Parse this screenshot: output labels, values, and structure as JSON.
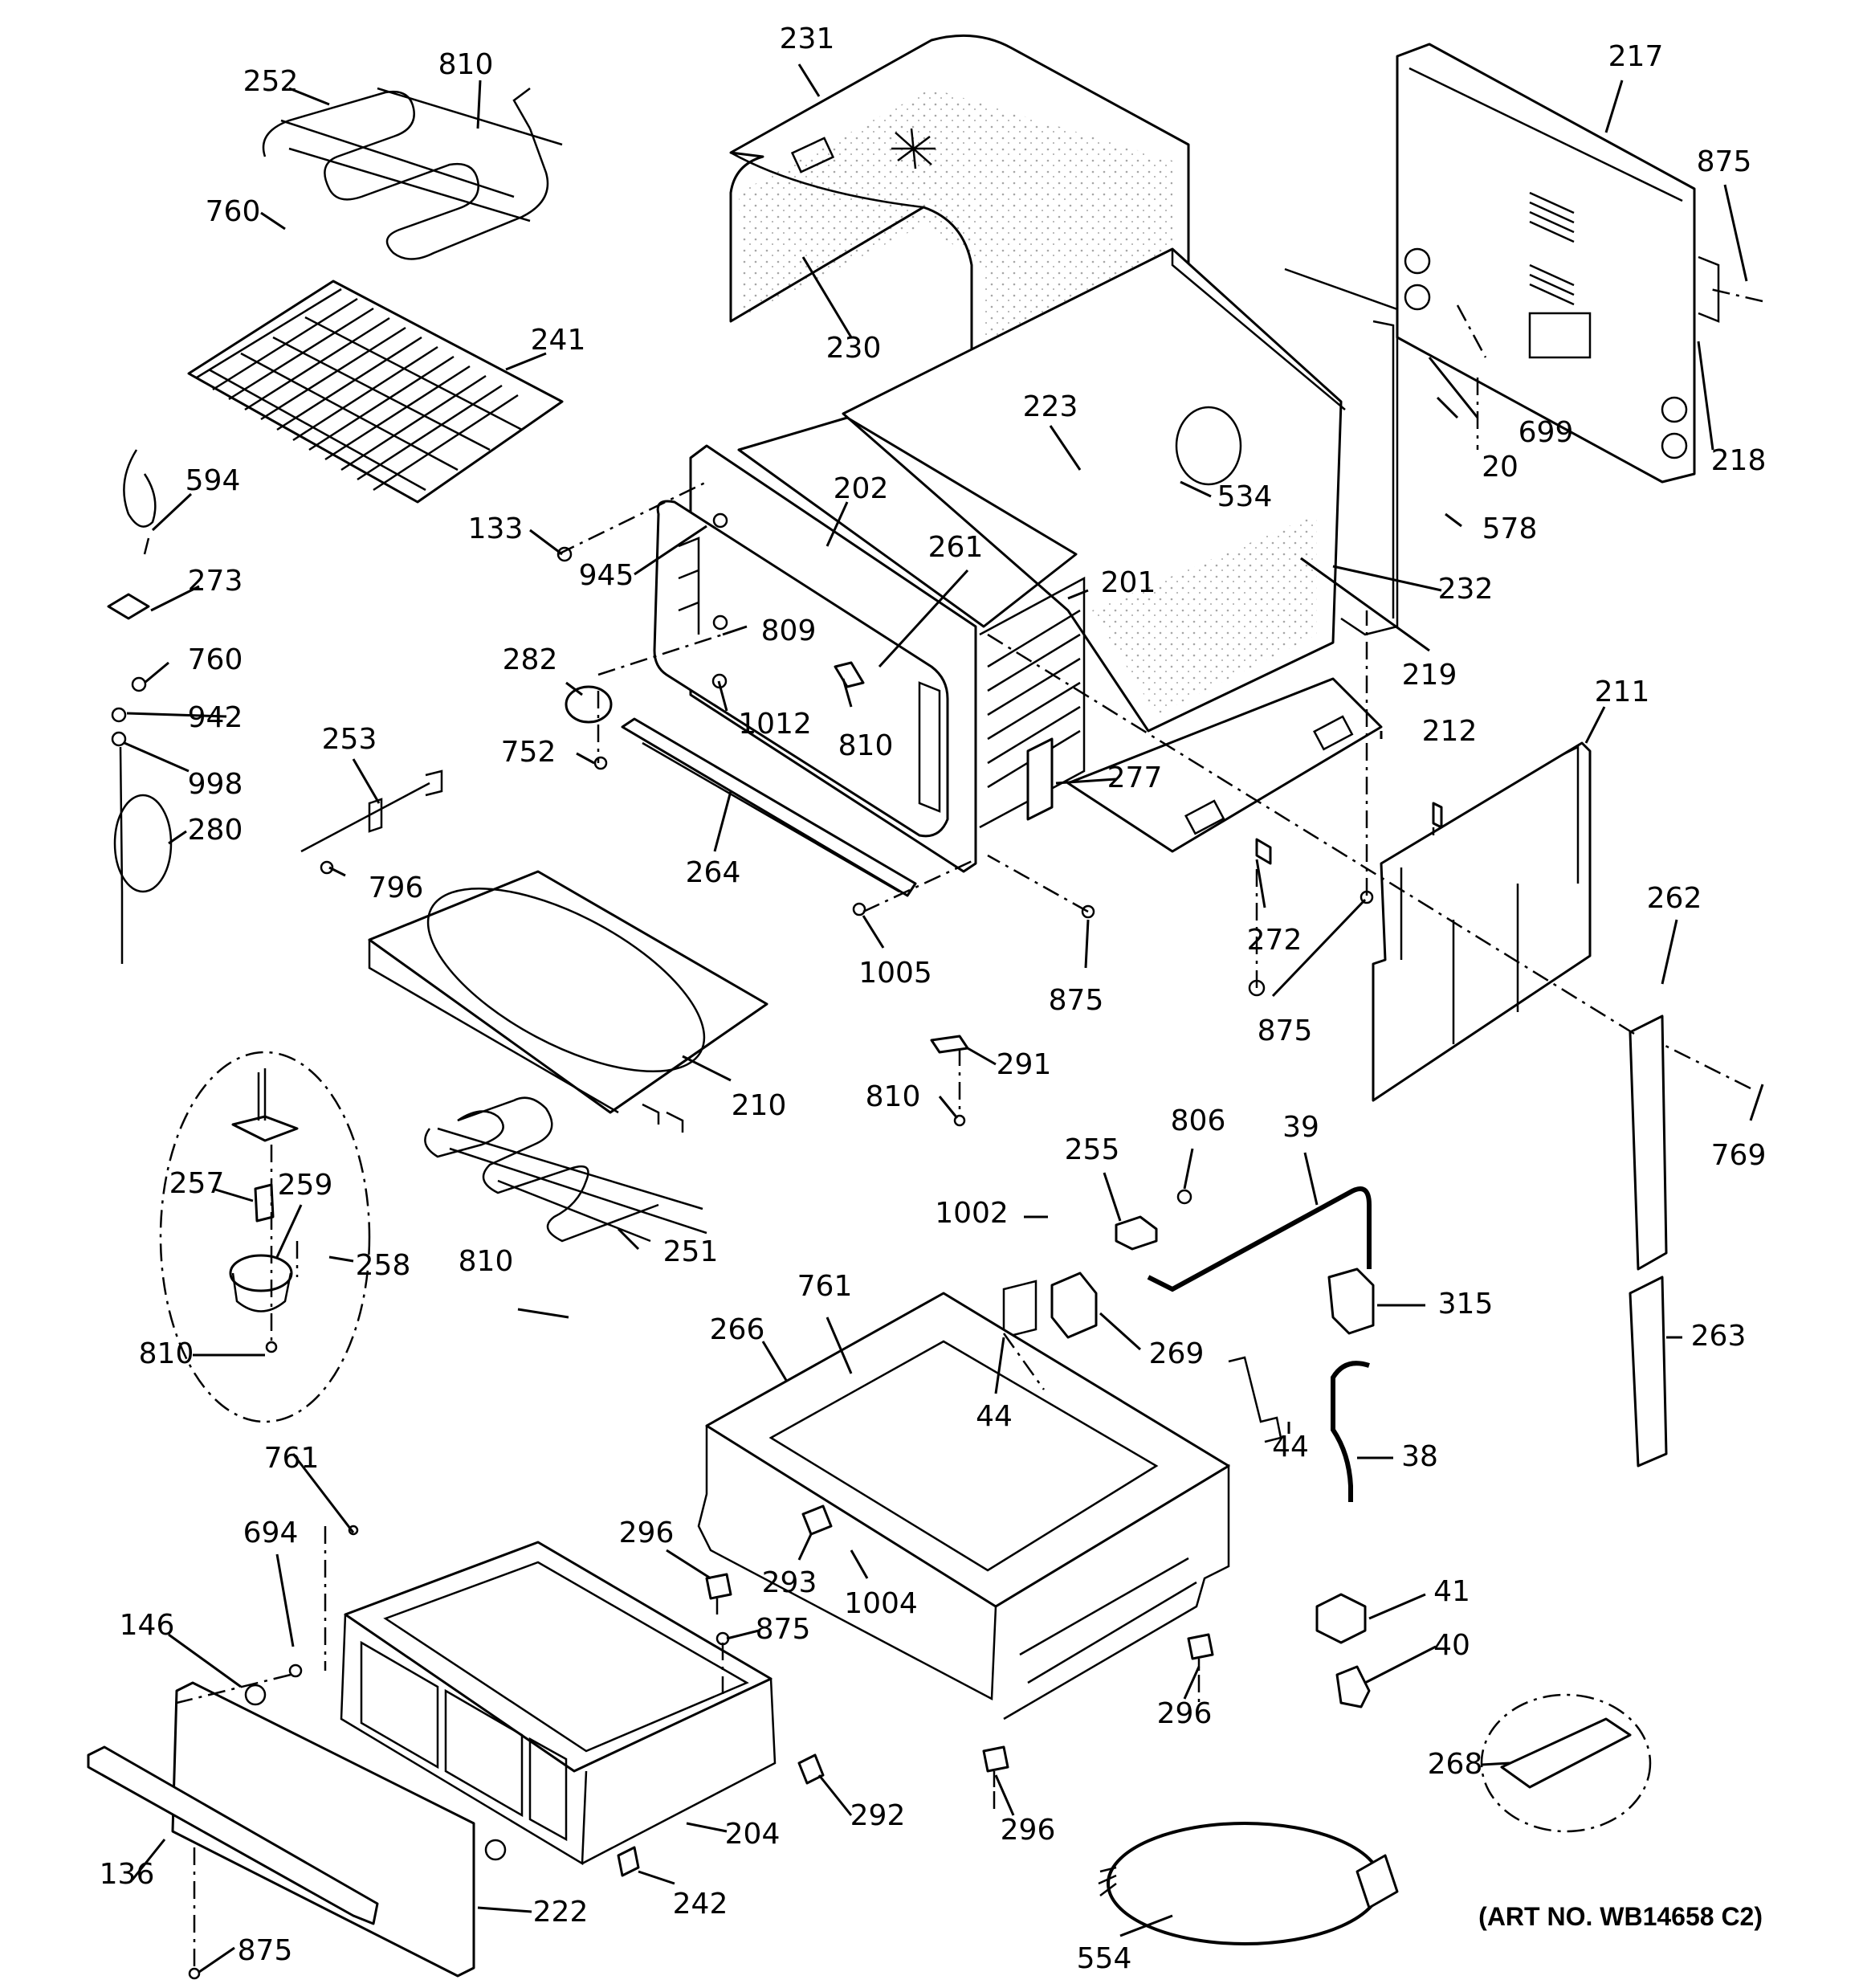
{
  "art_number": "(ART NO. WB14658 C2)",
  "labels": [
    {
      "id": "l231",
      "text": "231"
    },
    {
      "id": "l217",
      "text": "217"
    },
    {
      "id": "l252",
      "text": "252"
    },
    {
      "id": "l810a",
      "text": "810"
    },
    {
      "id": "l760a",
      "text": "760"
    },
    {
      "id": "l241",
      "text": "241"
    },
    {
      "id": "l230",
      "text": "230"
    },
    {
      "id": "l875a",
      "text": "875"
    },
    {
      "id": "l699",
      "text": "699"
    },
    {
      "id": "l20",
      "text": "20"
    },
    {
      "id": "l218",
      "text": "218"
    },
    {
      "id": "l223",
      "text": "223"
    },
    {
      "id": "l534",
      "text": "534"
    },
    {
      "id": "l578",
      "text": "578"
    },
    {
      "id": "l594",
      "text": "594"
    },
    {
      "id": "l202",
      "text": "202"
    },
    {
      "id": "l133",
      "text": "133"
    },
    {
      "id": "l945",
      "text": "945"
    },
    {
      "id": "l261",
      "text": "261"
    },
    {
      "id": "l201",
      "text": "201"
    },
    {
      "id": "l232",
      "text": "232"
    },
    {
      "id": "l273",
      "text": "273"
    },
    {
      "id": "l809",
      "text": "809"
    },
    {
      "id": "l219",
      "text": "219"
    },
    {
      "id": "l760b",
      "text": "760"
    },
    {
      "id": "l282",
      "text": "282"
    },
    {
      "id": "l942",
      "text": "942"
    },
    {
      "id": "l1012",
      "text": "1012"
    },
    {
      "id": "l810b",
      "text": "810"
    },
    {
      "id": "l212",
      "text": "212"
    },
    {
      "id": "l211",
      "text": "211"
    },
    {
      "id": "l998",
      "text": "998"
    },
    {
      "id": "l752",
      "text": "752"
    },
    {
      "id": "l253",
      "text": "253"
    },
    {
      "id": "l277",
      "text": "277"
    },
    {
      "id": "l280",
      "text": "280"
    },
    {
      "id": "l264",
      "text": "264"
    },
    {
      "id": "l796",
      "text": "796"
    },
    {
      "id": "l262",
      "text": "262"
    },
    {
      "id": "l272",
      "text": "272"
    },
    {
      "id": "l1005",
      "text": "1005"
    },
    {
      "id": "l875b",
      "text": "875"
    },
    {
      "id": "l875c",
      "text": "875"
    },
    {
      "id": "l291",
      "text": "291"
    },
    {
      "id": "l810c",
      "text": "810"
    },
    {
      "id": "l210",
      "text": "210"
    },
    {
      "id": "l806",
      "text": "806"
    },
    {
      "id": "l39",
      "text": "39"
    },
    {
      "id": "l255",
      "text": "255"
    },
    {
      "id": "l769",
      "text": "769"
    },
    {
      "id": "l257",
      "text": "257"
    },
    {
      "id": "l259",
      "text": "259"
    },
    {
      "id": "l1002",
      "text": "1002"
    },
    {
      "id": "l258",
      "text": "258"
    },
    {
      "id": "l810d",
      "text": "810"
    },
    {
      "id": "l251",
      "text": "251"
    },
    {
      "id": "l761a",
      "text": "761"
    },
    {
      "id": "l266",
      "text": "266"
    },
    {
      "id": "l315",
      "text": "315"
    },
    {
      "id": "l263",
      "text": "263"
    },
    {
      "id": "l810e",
      "text": "810"
    },
    {
      "id": "l269",
      "text": "269"
    },
    {
      "id": "l44a",
      "text": "44"
    },
    {
      "id": "l44b",
      "text": "44"
    },
    {
      "id": "l38",
      "text": "38"
    },
    {
      "id": "l761b",
      "text": "761"
    },
    {
      "id": "l296a",
      "text": "296"
    },
    {
      "id": "l694",
      "text": "694"
    },
    {
      "id": "l293",
      "text": "293"
    },
    {
      "id": "l1004",
      "text": "1004"
    },
    {
      "id": "l41",
      "text": "41"
    },
    {
      "id": "l146",
      "text": "146"
    },
    {
      "id": "l875d",
      "text": "875"
    },
    {
      "id": "l40",
      "text": "40"
    },
    {
      "id": "l296b",
      "text": "296"
    },
    {
      "id": "l268",
      "text": "268"
    },
    {
      "id": "l292",
      "text": "292"
    },
    {
      "id": "l204",
      "text": "204"
    },
    {
      "id": "l296c",
      "text": "296"
    },
    {
      "id": "l136",
      "text": "136"
    },
    {
      "id": "l242",
      "text": "242"
    },
    {
      "id": "l222",
      "text": "222"
    },
    {
      "id": "l554",
      "text": "554"
    },
    {
      "id": "l875e",
      "text": "875"
    }
  ]
}
